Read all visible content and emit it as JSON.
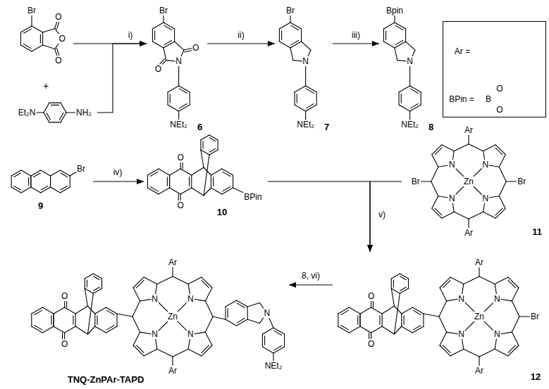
{
  "diagram": {
    "nodes": [
      {
        "text": [
          "Br",
          "O",
          "O",
          "O"
        ]
      },
      {
        "text": [
          "Et₂N",
          "NH₂"
        ]
      },
      {
        "text": [
          "Br",
          "O",
          "O",
          "N",
          "NEt₂",
          "6"
        ]
      },
      {
        "text": [
          "Br",
          "N",
          "NEt₂",
          "7"
        ]
      },
      {
        "text": [
          "Bpin",
          "N",
          "NEt₂",
          "8"
        ]
      },
      {
        "text": [
          "Ar =",
          "BPin =",
          "B",
          "O",
          "O"
        ]
      },
      {
        "text": [
          "Br",
          "9"
        ]
      },
      {
        "text": [
          "O",
          "O",
          "BPin",
          "10"
        ]
      },
      {
        "text": [
          "Ar",
          "Br",
          "N",
          "N",
          "Zn",
          "Br",
          "N",
          "N",
          "Ar",
          "11"
        ]
      },
      {
        "text": [
          "O",
          "O",
          "Ar",
          "N",
          "N",
          "Zn",
          "N",
          "N",
          "Ar",
          "N",
          "NEt₂",
          "TNQ-ZnPAr-TAPD"
        ]
      },
      {
        "text": [
          "O",
          "O",
          "Ar",
          "N",
          "N",
          "Zn",
          "N",
          "N",
          "Br",
          "Ar",
          "12"
        ]
      }
    ],
    "edges": [
      {
        "from": 0,
        "to": 2,
        "arrow": "to",
        "label": "i)"
      },
      {
        "from": 1,
        "to": 2,
        "arrow": "to"
      },
      {
        "from": 2,
        "to": 3,
        "arrow": "to",
        "label": "ii)"
      },
      {
        "from": 3,
        "to": 4,
        "arrow": "to",
        "label": "iii)"
      },
      {
        "from": 6,
        "to": 7,
        "arrow": "to",
        "label": "iv)"
      },
      {
        "from": 7,
        "to": 10,
        "arrow": "to",
        "label": "v)"
      },
      {
        "from": 8,
        "to": 10,
        "arrow": "to"
      },
      {
        "from": 10,
        "to": 9,
        "arrow": "to",
        "label": "8, vi)"
      }
    ],
    "labels": [
      "+"
    ]
  }
}
